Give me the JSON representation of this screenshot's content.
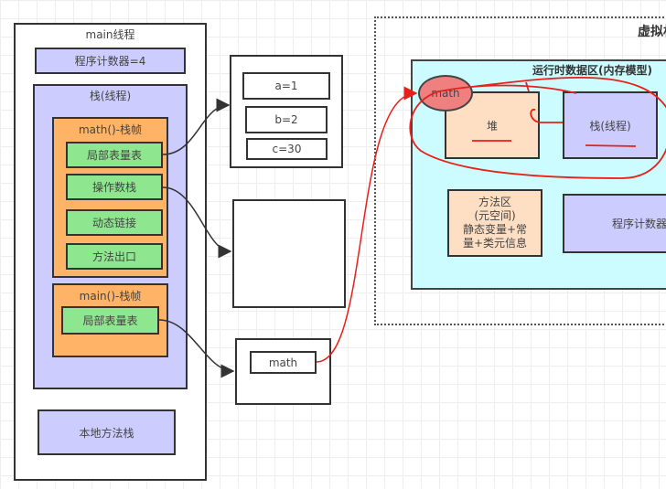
{
  "thread": {
    "title": "main线程",
    "program_counter": "程序计数器=4",
    "stack_title": "栈(线程)",
    "math_frame": {
      "title": "math()-栈帧",
      "items": [
        "局部表量表",
        "操作数栈",
        "动态链接",
        "方法出口"
      ]
    },
    "main_frame": {
      "title": "main()-栈帧",
      "items": [
        "局部表量表"
      ]
    },
    "native_stack": "本地方法栈"
  },
  "locals_box": {
    "items": [
      "a=1",
      "b=2",
      "c=30"
    ]
  },
  "main_locals_box": {
    "item": "math"
  },
  "jvm": {
    "title": "虚拟机",
    "runtime_area": {
      "title": "运行时数据区(内存模型)",
      "heap_object": "math",
      "heap": "堆",
      "stack": "栈(线程)",
      "method_area": "方法区\n(元空间)\n静态变量+常\n量+类元信息",
      "program_counter": "程序计数器"
    }
  },
  "colors": {
    "purple": "#ccccff",
    "orange": "#ffb366",
    "green": "#8ee68e",
    "cyan": "#ccfcff",
    "peach": "#ffdfc4",
    "annotation": "#e8201a"
  }
}
